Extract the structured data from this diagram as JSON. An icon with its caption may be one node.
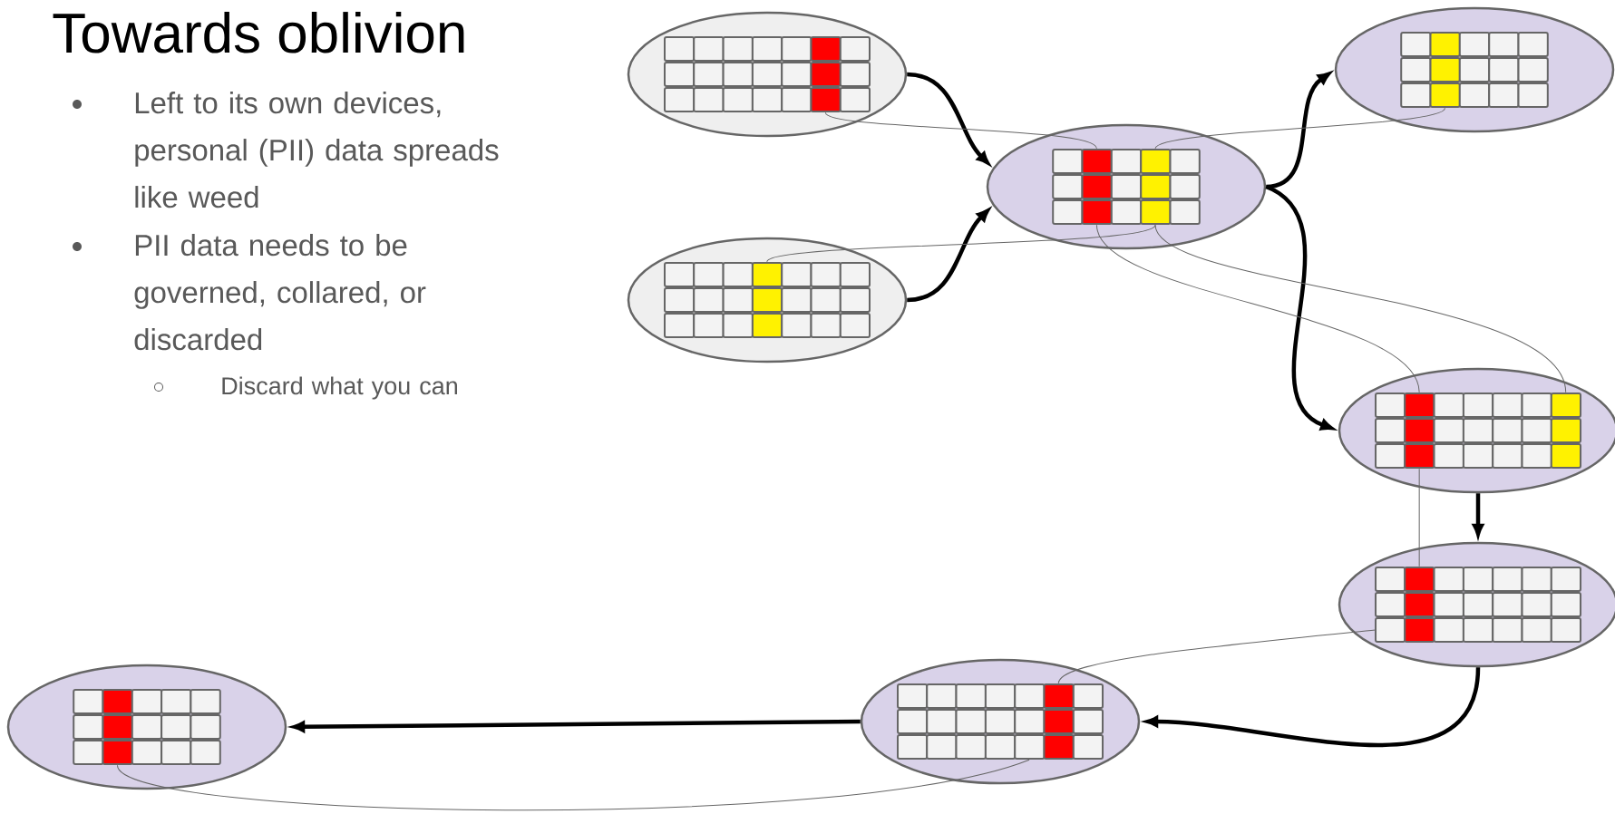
{
  "diagram": {
    "title": "Towards oblivion",
    "nodes": [
      {
        "text": [],
        "shape": "ellipse"
      },
      {
        "text": [],
        "shape": "ellipse"
      },
      {
        "text": [],
        "shape": "ellipse"
      },
      {
        "text": [],
        "shape": "ellipse"
      },
      {
        "text": [],
        "shape": "ellipse"
      },
      {
        "text": [],
        "shape": "ellipse"
      },
      {
        "text": [],
        "shape": "ellipse"
      },
      {
        "text": [],
        "shape": "ellipse"
      },
      {
        "text": [],
        "shape": "table",
        "in": 0
      },
      {
        "text": [],
        "shape": "table",
        "in": 1
      },
      {
        "text": [],
        "shape": "table",
        "in": 2
      },
      {
        "text": [],
        "shape": "table",
        "in": 3
      },
      {
        "text": [],
        "shape": "table",
        "in": 4
      },
      {
        "text": [],
        "shape": "table",
        "in": 5
      },
      {
        "text": [],
        "shape": "table",
        "in": 6
      },
      {
        "text": [],
        "shape": "table",
        "in": 7
      }
    ],
    "edges": [
      {
        "from": 0,
        "to": 2,
        "arrow": "to",
        "style": "thick",
        "color": "#000000"
      },
      {
        "from": 1,
        "to": 2,
        "arrow": "to",
        "style": "thick",
        "color": "#000000"
      },
      {
        "from": 2,
        "to": 3,
        "arrow": "to",
        "style": "thick",
        "color": "#000000"
      },
      {
        "from": 2,
        "to": 4,
        "arrow": "to",
        "style": "thick",
        "color": "#000000"
      },
      {
        "from": 4,
        "to": 5,
        "arrow": "to",
        "style": "thick",
        "color": "#000000"
      },
      {
        "from": 5,
        "to": 6,
        "arrow": "to",
        "style": "thick",
        "color": "#000000"
      },
      {
        "from": 6,
        "to": 7,
        "arrow": "to",
        "style": "thick",
        "color": "#000000"
      },
      {
        "from": 8,
        "to": 10,
        "arrow": "none"
      },
      {
        "from": 9,
        "to": 10,
        "arrow": "none"
      },
      {
        "from": 10,
        "to": 11,
        "arrow": "none"
      },
      {
        "from": 10,
        "to": 12,
        "arrow": "none"
      },
      {
        "from": 10,
        "to": 12,
        "arrow": "none"
      },
      {
        "from": 12,
        "to": 13,
        "arrow": "none"
      },
      {
        "from": 13,
        "to": 14,
        "arrow": "none"
      },
      {
        "from": 14,
        "to": 15,
        "arrow": "none"
      }
    ],
    "labels": [
      "Left to its own devices, personal (PII) data spreads like weed",
      "PII data needs to be governed, collared, or discarded",
      "Discard what you can"
    ]
  }
}
